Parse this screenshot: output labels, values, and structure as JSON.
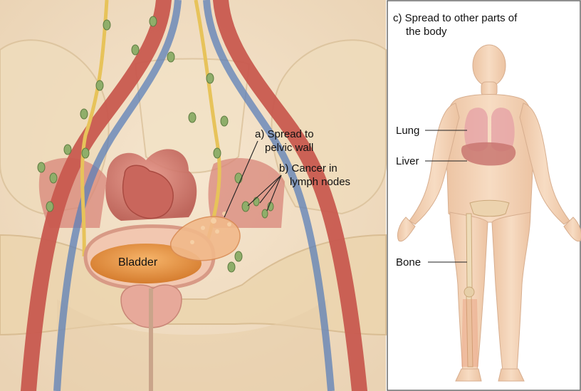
{
  "pelvis_panel": {
    "label_a_line1": "a) Spread to",
    "label_a_line2": "pelvic wall",
    "label_b_line1": "b) Cancer in",
    "label_b_line2": "lymph nodes",
    "bladder_label": "Bladder"
  },
  "body_panel": {
    "title_line1": "c) Spread to other parts of",
    "title_line2": "the body",
    "organ_labels": [
      "Lung",
      "Liver",
      "Bone"
    ]
  },
  "colors": {
    "vessel_red": "#c85a4f",
    "vein_blue": "#5b7fb8",
    "nerve_yellow": "#e7c35a",
    "lymph_green": "#8fae6a",
    "bone_beige": "#eedcb9",
    "bladder_orange": "#e89a45",
    "skin_tone": "#f3cfb0",
    "panel_border": "#6b6b6b"
  }
}
